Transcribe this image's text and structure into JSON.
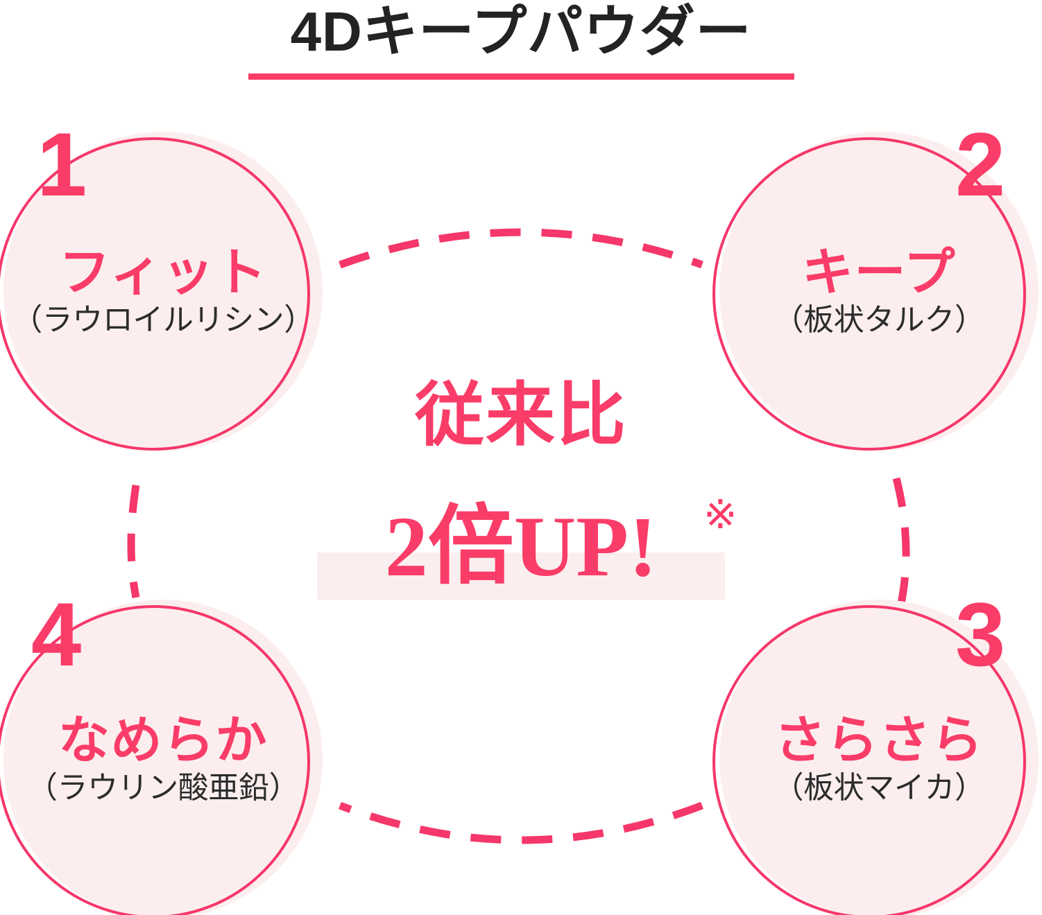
{
  "header": {
    "title": "4Dキープパウダー",
    "underline_color": "#fa3c68",
    "title_color": "#232323"
  },
  "theme": {
    "accent_pink": "#fa3c68",
    "ring_pink": "#f5376a",
    "circle_fill": "#fceeee",
    "highlight_band": "#fbeeee",
    "sub_text": "#2c2c2c"
  },
  "nodes": [
    {
      "number": "1",
      "label": "フィット",
      "ingredient": "（ラウロイルリシン）",
      "position": "top-left"
    },
    {
      "number": "2",
      "label": "キープ",
      "ingredient": "（板状タルク）",
      "position": "top-right"
    },
    {
      "number": "3",
      "label": "さらさら",
      "ingredient": "（板状マイカ）",
      "position": "bottom-right"
    },
    {
      "number": "4",
      "label": "なめらか",
      "ingredient": "（ラウリン酸亜鉛）",
      "position": "bottom-left"
    }
  ],
  "center": {
    "comparison_label": "従来比",
    "headline": "2倍UP!",
    "footnote_marker": "※"
  },
  "connectors": {
    "top_label": "dashed arc linking node 1 and node 2",
    "right_label": "dashed arc linking node 2 and node 3",
    "bottom_label": "dashed arc linking node 3 and node 4",
    "left_label": "dashed arc linking node 4 and node 1"
  }
}
